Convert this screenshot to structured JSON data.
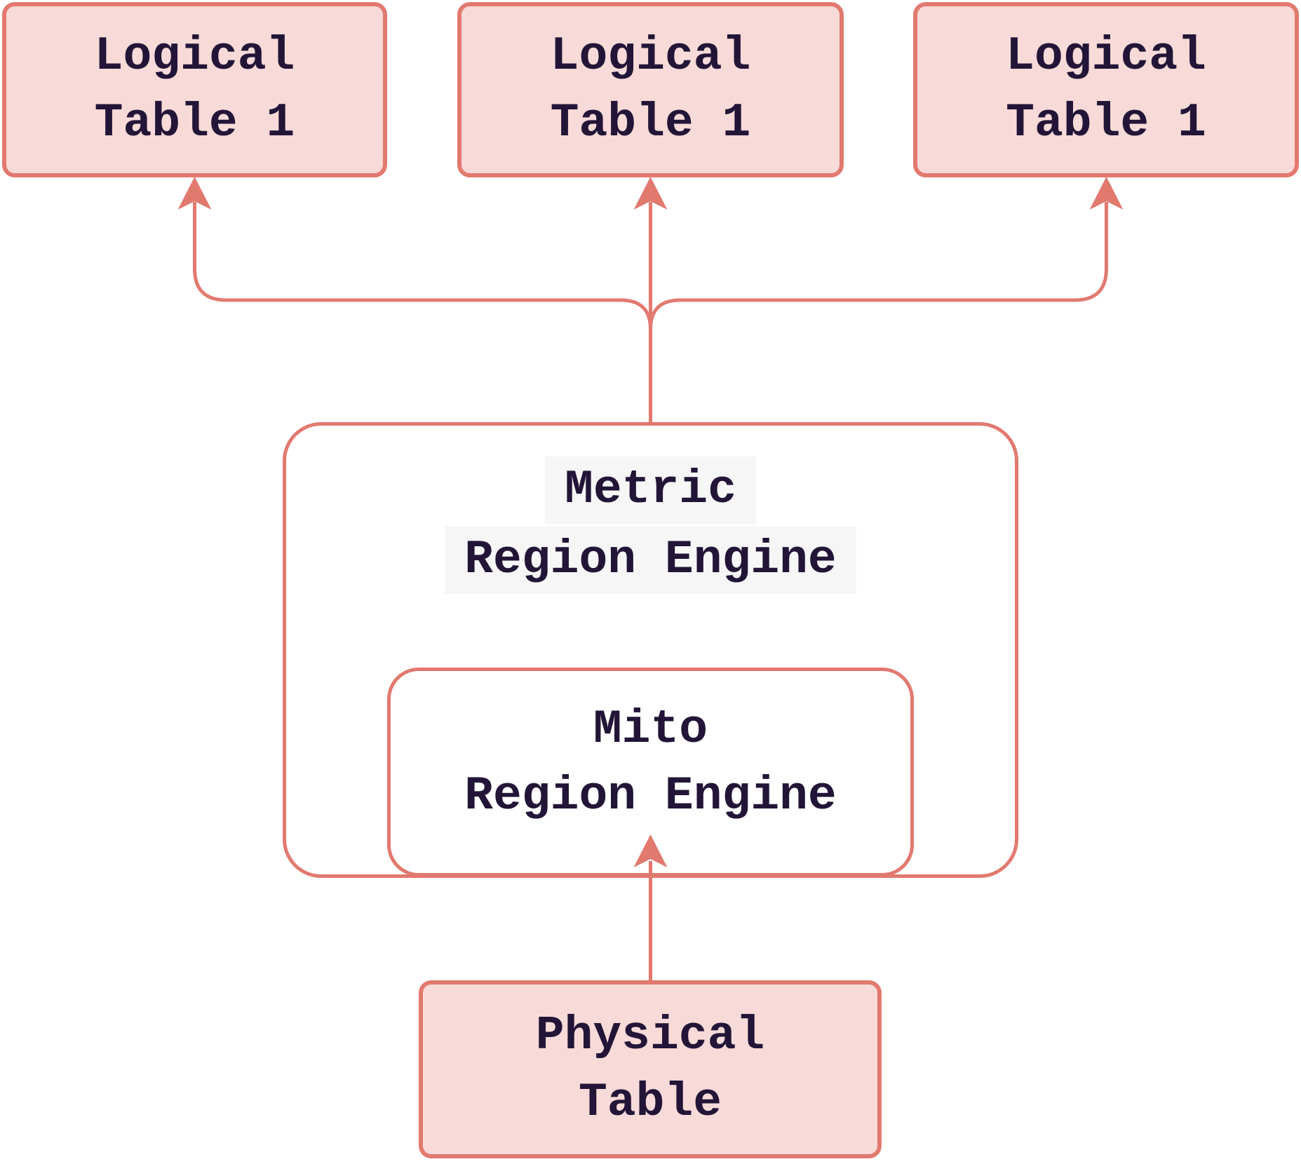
{
  "diagram": {
    "nodes": {
      "logical_tables": [
        {
          "id": "logical-table-1",
          "line1": "Logical",
          "line2": "Table 1"
        },
        {
          "id": "logical-table-2",
          "line1": "Logical",
          "line2": "Table 1"
        },
        {
          "id": "logical-table-3",
          "line1": "Logical",
          "line2": "Table 1"
        }
      ],
      "metric_region_engine": {
        "line1": "Metric",
        "line2": "Region Engine"
      },
      "mito_region_engine": {
        "line1": "Mito",
        "line2": "Region Engine"
      },
      "physical_table": {
        "line1": "Physical",
        "line2": "Table"
      }
    },
    "edges": [
      {
        "from": "metric_region_engine",
        "to": "logical_table_1",
        "arrow": "up"
      },
      {
        "from": "metric_region_engine",
        "to": "logical_table_2",
        "arrow": "up"
      },
      {
        "from": "metric_region_engine",
        "to": "logical_table_3",
        "arrow": "up"
      },
      {
        "from": "physical_table",
        "to": "mito_region_engine",
        "arrow": "up"
      }
    ],
    "colors": {
      "line": "#e2796f",
      "node_fill": "#f8dad8",
      "node_border": "#e2796f",
      "text": "#221537",
      "label_highlight": "#f6f6f6",
      "background": "#ffffff"
    }
  }
}
